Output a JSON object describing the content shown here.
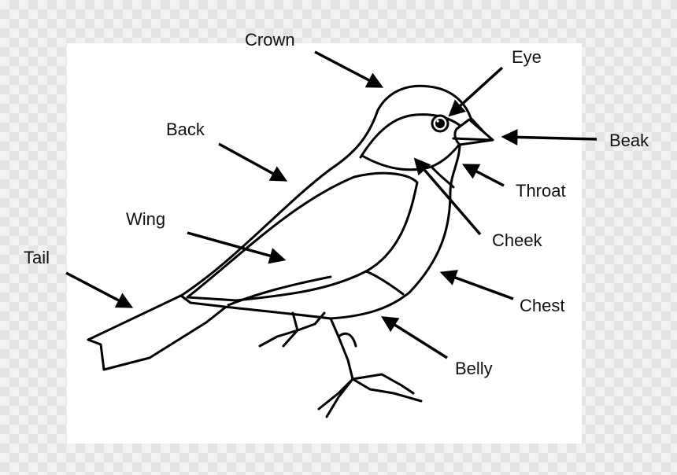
{
  "labels": {
    "crown": "Crown",
    "eye": "Eye",
    "beak": "Beak",
    "back": "Back",
    "throat": "Throat",
    "wing": "Wing",
    "cheek": "Cheek",
    "tail": "Tail",
    "chest": "Chest",
    "belly": "Belly"
  },
  "colors": {
    "outline": "#000000",
    "panel": "#ffffff",
    "text": "#111111"
  }
}
